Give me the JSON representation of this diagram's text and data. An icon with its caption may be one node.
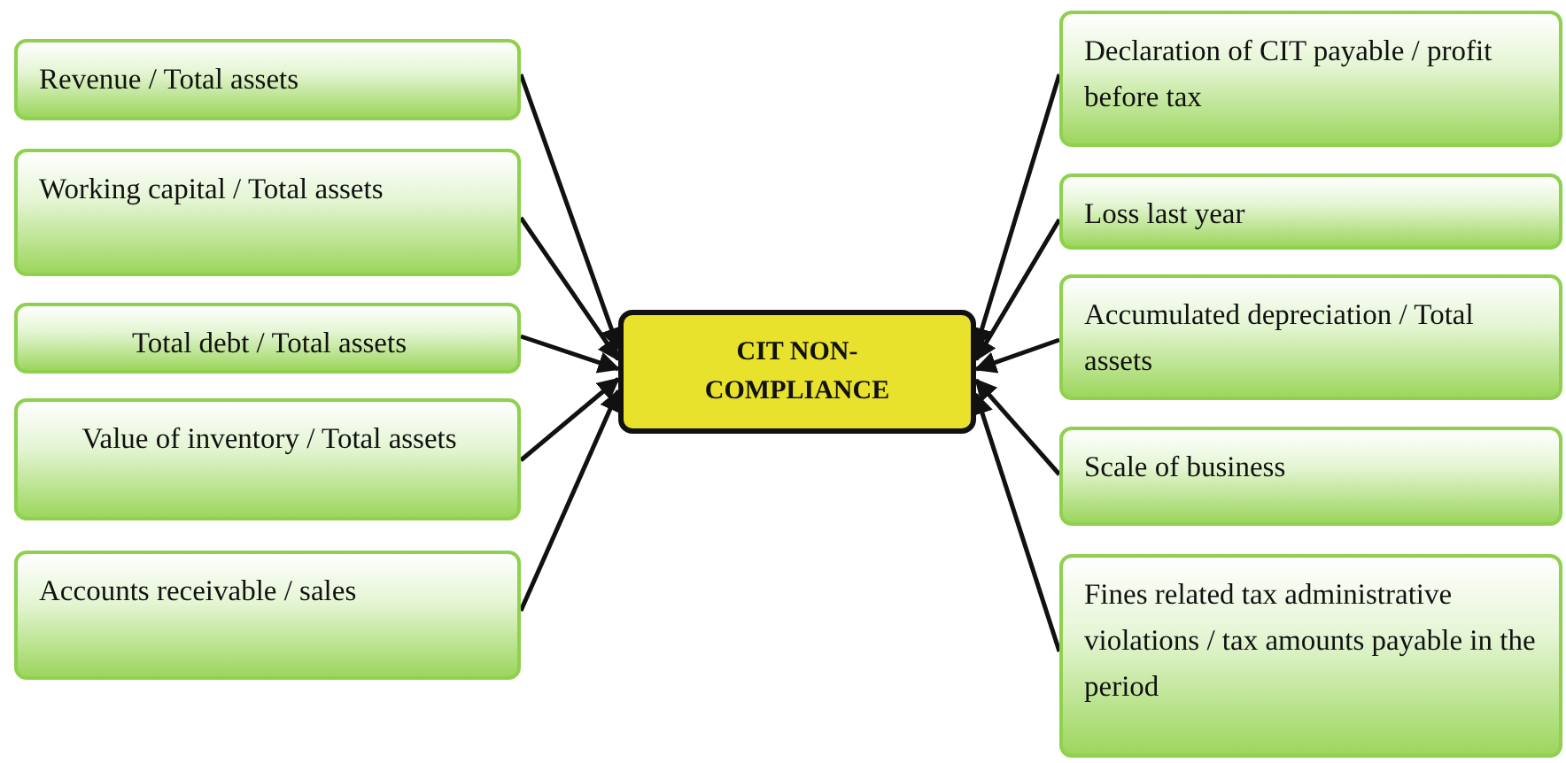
{
  "diagram": {
    "nodes": [
      {
        "text": [
          "CIT NON-COMPLIANCE"
        ]
      },
      {
        "text": [
          "Revenue / Total assets"
        ]
      },
      {
        "text": [
          "Working capital / Total assets"
        ]
      },
      {
        "text": [
          "Total debt / Total assets"
        ]
      },
      {
        "text": [
          "Value of inventory / Total assets"
        ]
      },
      {
        "text": [
          "Accounts receivable / sales"
        ]
      },
      {
        "text": [
          "Declaration of CIT payable / profit before tax"
        ]
      },
      {
        "text": [
          "Loss last year"
        ]
      },
      {
        "text": [
          "Accumulated depreciation / Total assets"
        ]
      },
      {
        "text": [
          "Scale of business"
        ]
      },
      {
        "text": [
          "Fines related tax administrative violations / tax amounts payable in the period"
        ]
      }
    ],
    "edges": [
      {
        "from": 1,
        "to": 0,
        "arrow": "to"
      },
      {
        "from": 2,
        "to": 0,
        "arrow": "to"
      },
      {
        "from": 3,
        "to": 0,
        "arrow": "to"
      },
      {
        "from": 4,
        "to": 0,
        "arrow": "to"
      },
      {
        "from": 5,
        "to": 0,
        "arrow": "to"
      },
      {
        "from": 6,
        "to": 0,
        "arrow": "to"
      },
      {
        "from": 7,
        "to": 0,
        "arrow": "to"
      },
      {
        "from": 8,
        "to": 0,
        "arrow": "to"
      },
      {
        "from": 9,
        "to": 0,
        "arrow": "to"
      },
      {
        "from": 10,
        "to": 0,
        "arrow": "to"
      }
    ]
  }
}
